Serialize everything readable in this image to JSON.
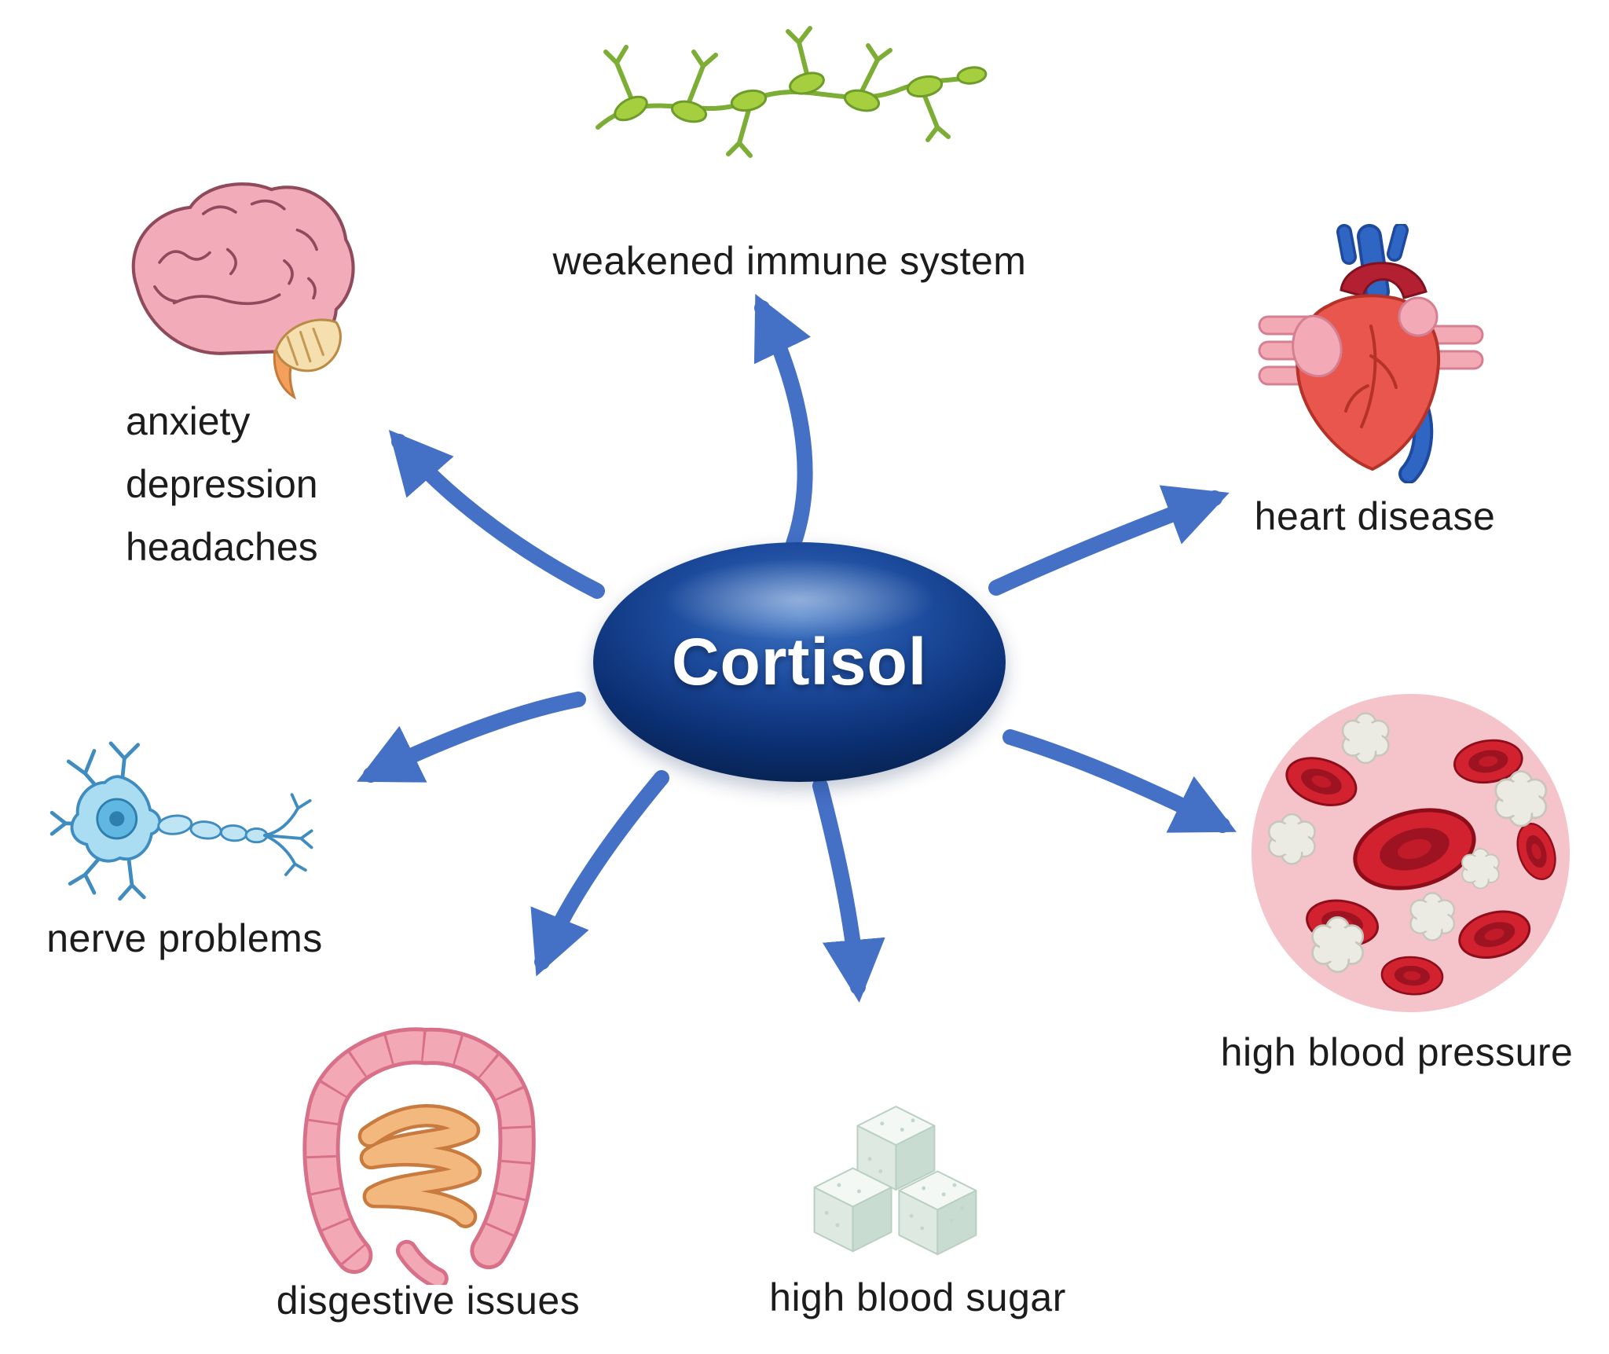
{
  "center": {
    "label": "Cortisol"
  },
  "nodes": {
    "immune": {
      "label": "weakened immune system"
    },
    "heart": {
      "label": "heart disease"
    },
    "blood_pressure": {
      "label": "high blood pressure"
    },
    "blood_sugar": {
      "label": "high blood sugar"
    },
    "digestive": {
      "label": "disgestive issues"
    },
    "nerve": {
      "label": "nerve problems"
    },
    "mental": {
      "lines": [
        "anxiety",
        "depression",
        "headaches"
      ]
    }
  },
  "colors": {
    "arrow": "#4470c6",
    "center_dark": "#082455",
    "center_light": "#3d74c4",
    "label_text": "#1c1c1c"
  }
}
